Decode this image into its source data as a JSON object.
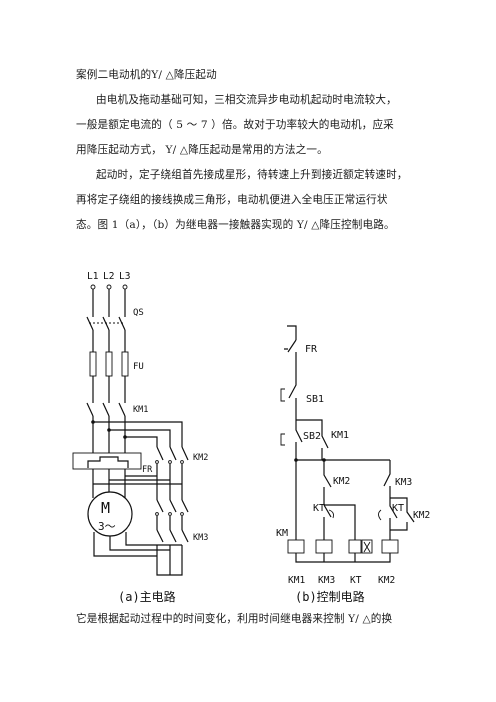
{
  "doc": {
    "heading": "案例二电动机的Y/ △降压起动",
    "para1_line1": "由电机及拖动基础可知，三相交流异步电动机起动时电流较大，",
    "para1_line2": "一般是额定电流的（  5  ～  7  ）倍。故对于功率较大的电动机，应采",
    "para1_line3": "用降压起动方式，  Y/ △降压起动是常用的方法之一。",
    "para2_line1": "起动时，定子绕组首先接成星形，待转速上升到接近额定转速时，",
    "para2_line2": "再将定子绕组的接线换成三角形，电动机便进入全电压正常运行状",
    "para2_line3": "态。图 1（a），（b）为继电器一接触器实现的 Y/ △降压控制电路。",
    "footer_line": "它是根据起动过程中的时间变化，利用时间继电器来控制  Y/ △的换"
  },
  "main_circuit": {
    "phase_l1": "L1",
    "phase_l2": "L2",
    "phase_l3": "L3",
    "qs": "QS",
    "fu": "FU",
    "km1": "KM1",
    "km2": "KM2",
    "km3": "KM3",
    "fr": "FR",
    "motor_m": "M",
    "motor_phase": "3～",
    "caption": "(a)主电路"
  },
  "control_circuit": {
    "fr": "FR",
    "sb1": "SB1",
    "sb2": "SB2",
    "km1_contact": "KM1",
    "km2_contact": "KM2",
    "km3_contact": "KM3",
    "kt_contact1": "KT",
    "kt_contact2": "KT",
    "km2_side": "KM2",
    "km_left": "KM",
    "coil_km1": "KM1",
    "coil_km3": "KM3",
    "coil_kt": "KT",
    "coil_km2": "KM2",
    "caption": "(b)控制电路"
  }
}
